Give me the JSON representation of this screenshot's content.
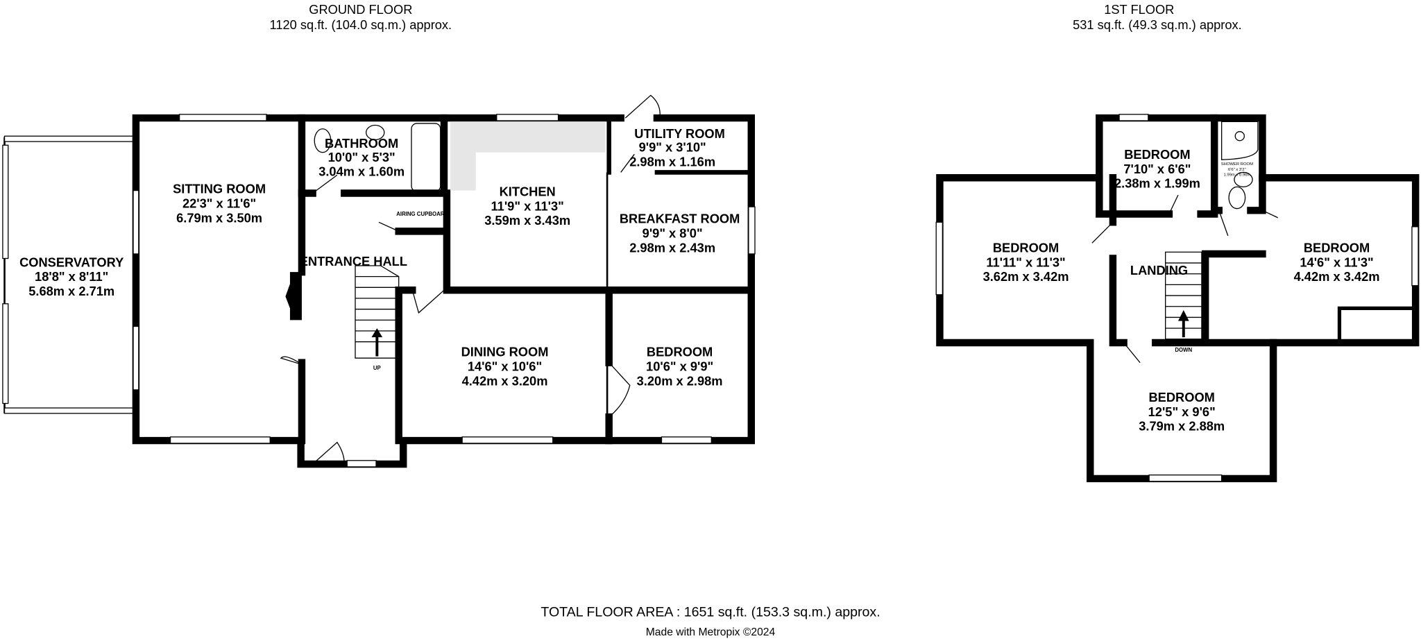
{
  "ground_floor": {
    "title": "GROUND FLOOR",
    "area": "1120 sq.ft. (104.0 sq.m.) approx.",
    "rooms": [
      {
        "name": "CONSERVATORY",
        "imperial": "18'8\"  x 8'11\"",
        "metric": "5.68m  x 2.71m"
      },
      {
        "name": "SITTING ROOM",
        "imperial": "22'3\"  x 11'6\"",
        "metric": "6.79m  x 3.50m"
      },
      {
        "name": "BATHROOM",
        "imperial": "10'0\"  x 5'3\"",
        "metric": "3.04m  x 1.60m"
      },
      {
        "name": "KITCHEN",
        "imperial": "11'9\"  x 11'3\"",
        "metric": "3.59m  x 3.43m"
      },
      {
        "name": "UTILITY ROOM",
        "imperial": "9'9\"  x 3'10\"",
        "metric": "2.98m  x 1.16m"
      },
      {
        "name": "BREAKFAST ROOM",
        "imperial": "9'9\"  x 8'0\"",
        "metric": "2.98m  x 2.43m"
      },
      {
        "name": "ENTRANCE HALL"
      },
      {
        "name": "DINING ROOM",
        "imperial": "14'6\"  x 10'6\"",
        "metric": "4.42m  x 3.20m"
      },
      {
        "name": "BEDROOM",
        "imperial": "10'6\"  x 9'9\"",
        "metric": "3.20m  x 2.98m"
      }
    ],
    "airing_cupboard": "AIRING CUPBOARD",
    "stairs_label": "UP"
  },
  "first_floor": {
    "title": "1ST FLOOR",
    "area": "531 sq.ft. (49.3 sq.m.) approx.",
    "rooms": [
      {
        "name": "BEDROOM",
        "imperial": "7'10\"  x 6'6\"",
        "metric": "2.38m  x 1.99m"
      },
      {
        "name": "BEDROOM",
        "imperial": "11'11\"  x 11'3\"",
        "metric": "3.62m  x 3.42m"
      },
      {
        "name": "BEDROOM",
        "imperial": "14'6\"  x 11'3\"",
        "metric": "4.42m  x 3.42m"
      },
      {
        "name": "BEDROOM",
        "imperial": "12'5\"  x 9'6\"",
        "metric": "3.79m  x 2.88m"
      },
      {
        "name": "LANDING"
      },
      {
        "name": "SHOWER ROOM",
        "imperial": "6'6\" x 3'2\"",
        "metric": "1.99m x 0.96m"
      }
    ],
    "stairs_label": "DOWN"
  },
  "footer": {
    "total": "TOTAL FLOOR AREA : 1651 sq.ft. (153.3 sq.m.) approx.",
    "credit": "Made with Metropix ©2024"
  }
}
